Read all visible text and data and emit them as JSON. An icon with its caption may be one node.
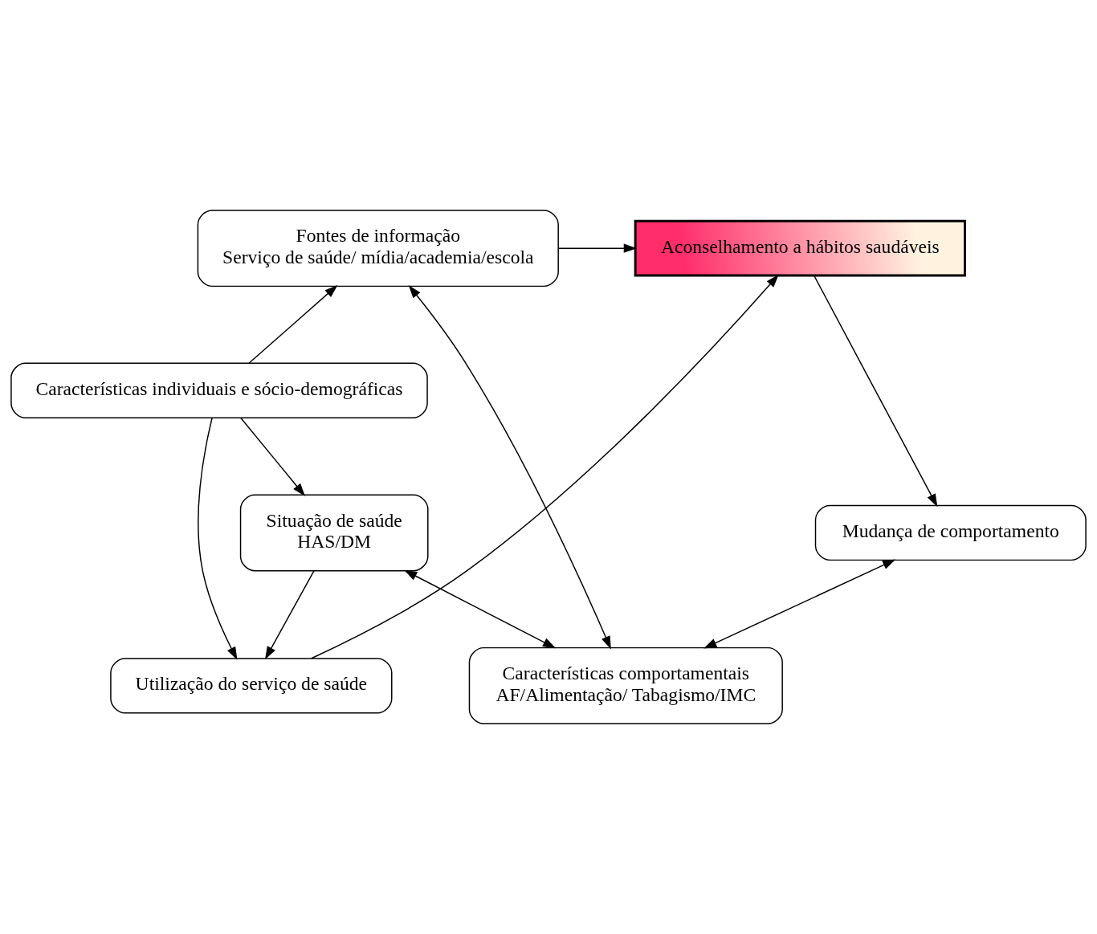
{
  "diagram": {
    "nodes": [
      {
        "text": [
          "Fontes de informação",
          "Serviço de saúde/ mídia/academia/escola"
        ]
      },
      {
        "text": [
          "Aconselhamento a hábitos saudáveis"
        ]
      },
      {
        "text": [
          "Mudança de comportamento"
        ]
      },
      {
        "text": [
          "Características individuais e sócio-demográficas"
        ]
      },
      {
        "text": [
          "Utilização do serviço de saúde"
        ]
      },
      {
        "text": [
          "Características comportamentais",
          "AF/Alimentação/ Tabagismo/IMC"
        ]
      },
      {
        "text": [
          "Situação de saúde",
          "HAS/DM"
        ]
      }
    ],
    "edges": [
      {
        "from": 0,
        "to": 1,
        "arrow": "to"
      },
      {
        "from": 1,
        "to": 2,
        "arrow": "to"
      },
      {
        "from": 3,
        "to": 0,
        "arrow": "to"
      },
      {
        "from": 3,
        "to": 4,
        "arrow": "to"
      },
      {
        "from": 4,
        "to": 1,
        "arrow": "to"
      },
      {
        "from": 2,
        "to": 5,
        "arrow": "both"
      },
      {
        "from": 0,
        "to": 5,
        "arrow": "both"
      },
      {
        "from": 6,
        "to": 4,
        "arrow": "to"
      },
      {
        "from": 3,
        "to": 6,
        "arrow": "to"
      },
      {
        "from": 6,
        "to": 5,
        "arrow": "both"
      }
    ]
  }
}
